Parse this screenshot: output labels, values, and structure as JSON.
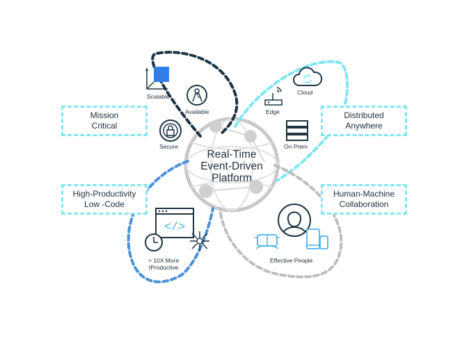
{
  "center": {
    "line1": "Real-Time",
    "line2": "Event-Driven",
    "line3": "Platform"
  },
  "boxes": {
    "mission": {
      "line1": "Mission",
      "line2": "Critical"
    },
    "distributed": {
      "line1": "Distributed",
      "line2": "Anywhere"
    },
    "productivity": {
      "line1": "High-Productivity",
      "line2": "Low -Code"
    },
    "human": {
      "line1": "Human-Machine",
      "line2": "Collaboration"
    }
  },
  "labels": {
    "scalable": "Scalable",
    "available": "Available",
    "secure": "Secure",
    "edge": "Edge",
    "cloud": "Cloud",
    "on_prem": "On Prem",
    "productive_line1": "> 10X More",
    "productive_line2": "tProductive",
    "effective_people": "Effective People"
  },
  "colors": {
    "navy": "#1c3342",
    "cyan": "#7fe6f2",
    "blue": "#4a90d9",
    "gray": "#bdbdbd",
    "accent_blue": "#2f7fe6"
  }
}
